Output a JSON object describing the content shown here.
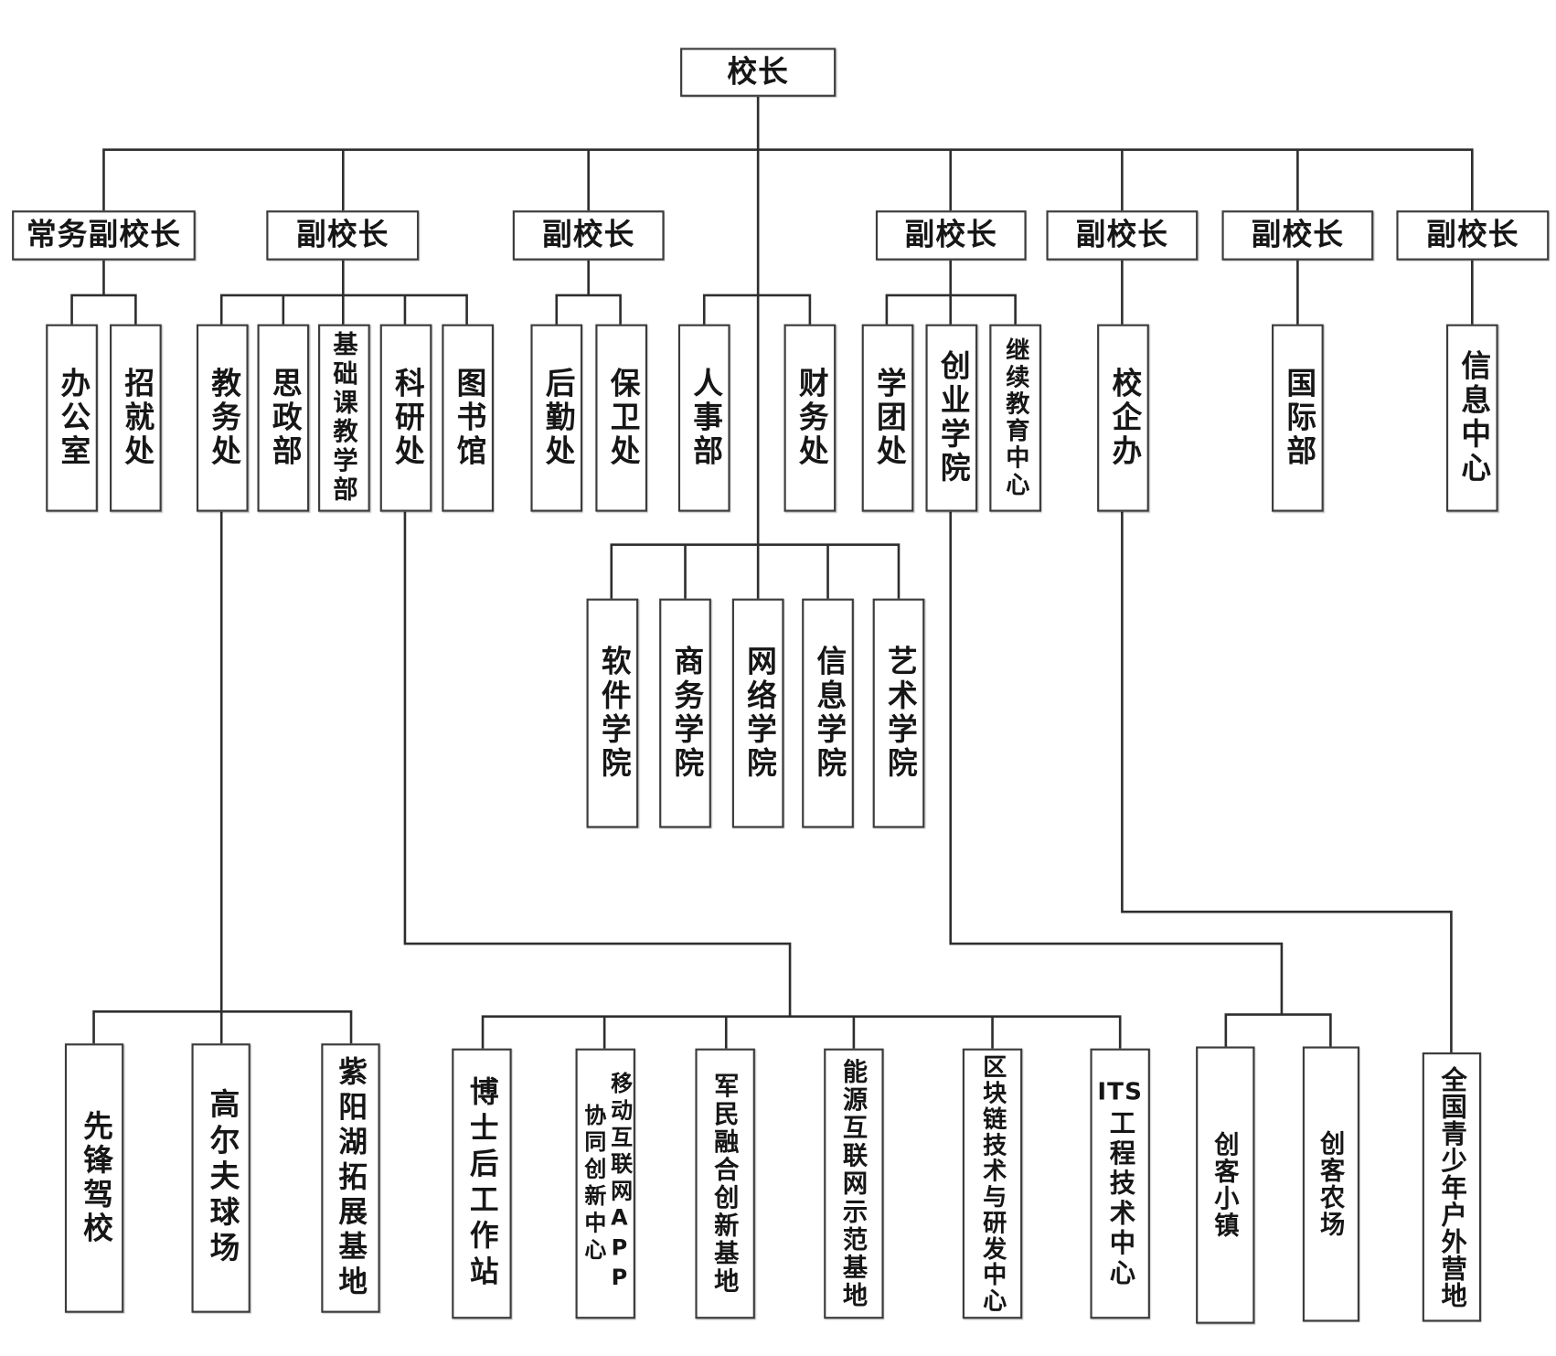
{
  "principal": {
    "label": "校长",
    "direct_units": [
      {
        "label": "人事部"
      },
      {
        "label": "财务处"
      }
    ],
    "colleges": [
      {
        "label": "软件学院"
      },
      {
        "label": "商务学院"
      },
      {
        "label": "网络学院"
      },
      {
        "label": "信息学院"
      },
      {
        "label": "艺术学院"
      }
    ]
  },
  "vice_principals": [
    {
      "label": "常务副校长",
      "units": [
        {
          "label": "办公室"
        },
        {
          "label": "招就处"
        }
      ]
    },
    {
      "label": "副校长",
      "units": [
        {
          "label": "教务处",
          "subunits": [
            {
              "label": "先锋驾校"
            },
            {
              "label": "高尔夫球场"
            },
            {
              "label": "紫阳湖拓展基地"
            }
          ]
        },
        {
          "label": "思政部"
        },
        {
          "label": "基础课教学部"
        },
        {
          "label": "科研处",
          "subunits": [
            {
              "label": "博士后工作站"
            },
            {
              "lines": [
                "移动互联网APP",
                "协同创新中心"
              ]
            },
            {
              "label": "军民融合创新基地"
            },
            {
              "label": "能源互联网示范基地"
            },
            {
              "label": "区块链技术与研发中心"
            },
            {
              "label_head": "ITS",
              "label": "工程技术中心"
            }
          ]
        },
        {
          "label": "图书馆"
        }
      ]
    },
    {
      "label": "副校长",
      "units": [
        {
          "label": "后勤处"
        },
        {
          "label": "保卫处"
        }
      ]
    },
    {
      "label": "副校长",
      "units": [
        {
          "label": "学团处"
        },
        {
          "label": "创业学院",
          "subunits": [
            {
              "label": "创客小镇"
            },
            {
              "label": "创客农场"
            }
          ]
        },
        {
          "label": "继续教育中心"
        }
      ]
    },
    {
      "label": "副校长",
      "units": [
        {
          "label": "校企办",
          "subunits": [
            {
              "label": "全国青少年户外营地"
            }
          ]
        }
      ]
    },
    {
      "label": "副校长",
      "units": [
        {
          "label": "国际部"
        }
      ]
    },
    {
      "label": "副校长",
      "units": [
        {
          "label": "信息中心"
        }
      ]
    }
  ]
}
